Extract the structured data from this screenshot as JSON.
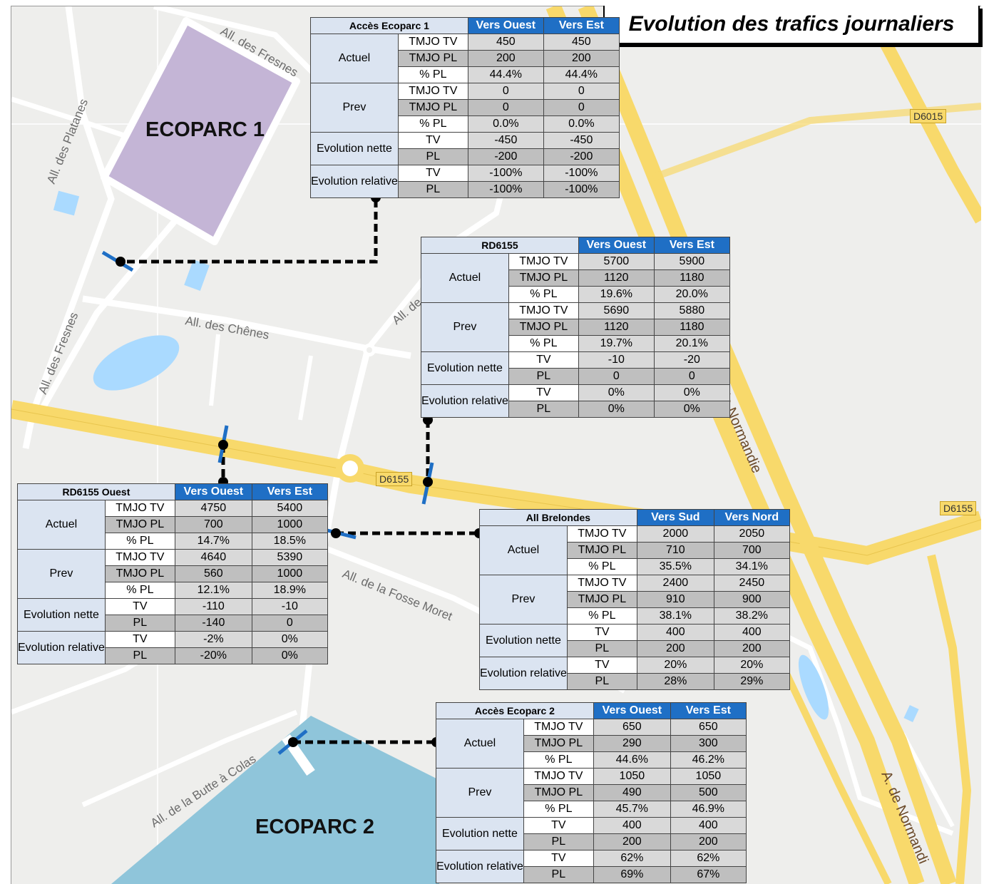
{
  "title": "Evolution des trafics journaliers",
  "map_labels": {
    "all_fresnes_top": "All. des Fresnes",
    "all_platanes": "All. des Platanes",
    "all_chenes": "All. des Chênes",
    "all_fresnes_left": "All. des Fresnes",
    "all_fosse_moret": "All. de la Fosse Moret",
    "all_butte": "All. de la Butte à Colas",
    "a_normandie_1": "A. de Normandie",
    "a_normandie_2": "A. de Normandi",
    "all_de": "All. de",
    "ecoparc1": "ECOPARC 1",
    "ecoparc2": "ECOPARC 2",
    "shield_d6015": "D6015",
    "shield_d6155_center": "D6155",
    "shield_d6155_right": "D6155"
  },
  "colors": {
    "accent_header": "#1f6fc5",
    "ecoparc1": "#c4b5d6",
    "ecoparc2": "#8fc5da",
    "road_major": "#f8d96b"
  },
  "tables": {
    "ecoparc1": {
      "name": "Accès Ecoparc 1",
      "col1": "Vers Ouest",
      "col2": "Vers Est",
      "rows": [
        {
          "g": "Actuel",
          "m": "TMJO TV",
          "a": "450",
          "b": "450"
        },
        {
          "m": "TMJO PL",
          "a": "200",
          "b": "200"
        },
        {
          "m": "% PL",
          "a": "44.4%",
          "b": "44.4%"
        },
        {
          "g": "Prev",
          "m": "TMJO TV",
          "a": "0",
          "b": "0"
        },
        {
          "m": "TMJO PL",
          "a": "0",
          "b": "0"
        },
        {
          "m": "% PL",
          "a": "0.0%",
          "b": "0.0%"
        },
        {
          "g": "Evolution nette",
          "m": "TV",
          "a": "-450",
          "b": "-450"
        },
        {
          "m": "PL",
          "a": "-200",
          "b": "-200"
        },
        {
          "g": "Evolution relative",
          "m": "TV",
          "a": "-100%",
          "b": "-100%"
        },
        {
          "m": "PL",
          "a": "-100%",
          "b": "-100%"
        }
      ]
    },
    "rd6155": {
      "name": "RD6155",
      "col1": "Vers Ouest",
      "col2": "Vers Est",
      "rows": [
        {
          "g": "Actuel",
          "m": "TMJO TV",
          "a": "5700",
          "b": "5900"
        },
        {
          "m": "TMJO PL",
          "a": "1120",
          "b": "1180"
        },
        {
          "m": "% PL",
          "a": "19.6%",
          "b": "20.0%"
        },
        {
          "g": "Prev",
          "m": "TMJO TV",
          "a": "5690",
          "b": "5880"
        },
        {
          "m": "TMJO PL",
          "a": "1120",
          "b": "1180"
        },
        {
          "m": "% PL",
          "a": "19.7%",
          "b": "20.1%"
        },
        {
          "g": "Evolution nette",
          "m": "TV",
          "a": "-10",
          "b": "-20"
        },
        {
          "m": "PL",
          "a": "0",
          "b": "0"
        },
        {
          "g": "Evolution relative",
          "m": "TV",
          "a": "0%",
          "b": "0%"
        },
        {
          "m": "PL",
          "a": "0%",
          "b": "0%"
        }
      ]
    },
    "rd6155ouest": {
      "name": "RD6155 Ouest",
      "col1": "Vers Ouest",
      "col2": "Vers Est",
      "rows": [
        {
          "g": "Actuel",
          "m": "TMJO TV",
          "a": "4750",
          "b": "5400"
        },
        {
          "m": "TMJO PL",
          "a": "700",
          "b": "1000"
        },
        {
          "m": "% PL",
          "a": "14.7%",
          "b": "18.5%"
        },
        {
          "g": "Prev",
          "m": "TMJO TV",
          "a": "4640",
          "b": "5390"
        },
        {
          "m": "TMJO PL",
          "a": "560",
          "b": "1000"
        },
        {
          "m": "% PL",
          "a": "12.1%",
          "b": "18.9%"
        },
        {
          "g": "Evolution nette",
          "m": "TV",
          "a": "-110",
          "b": "-10"
        },
        {
          "m": "PL",
          "a": "-140",
          "b": "0"
        },
        {
          "g": "Evolution relative",
          "m": "TV",
          "a": "-2%",
          "b": "0%"
        },
        {
          "m": "PL",
          "a": "-20%",
          "b": "0%"
        }
      ]
    },
    "brelondes": {
      "name": "All Brelondes",
      "col1": "Vers Sud",
      "col2": "Vers Nord",
      "rows": [
        {
          "g": "Actuel",
          "m": "TMJO TV",
          "a": "2000",
          "b": "2050"
        },
        {
          "m": "TMJO PL",
          "a": "710",
          "b": "700"
        },
        {
          "m": "% PL",
          "a": "35.5%",
          "b": "34.1%"
        },
        {
          "g": "Prev",
          "m": "TMJO TV",
          "a": "2400",
          "b": "2450"
        },
        {
          "m": "TMJO PL",
          "a": "910",
          "b": "900"
        },
        {
          "m": "% PL",
          "a": "38.1%",
          "b": "38.2%"
        },
        {
          "g": "Evolution nette",
          "m": "TV",
          "a": "400",
          "b": "400"
        },
        {
          "m": "PL",
          "a": "200",
          "b": "200"
        },
        {
          "g": "Evolution relative",
          "m": "TV",
          "a": "20%",
          "b": "20%"
        },
        {
          "m": "PL",
          "a": "28%",
          "b": "29%"
        }
      ]
    },
    "ecoparc2": {
      "name": "Accès Ecoparc 2",
      "col1": "Vers Ouest",
      "col2": "Vers Est",
      "rows": [
        {
          "g": "Actuel",
          "m": "TMJO TV",
          "a": "650",
          "b": "650"
        },
        {
          "m": "TMJO PL",
          "a": "290",
          "b": "300"
        },
        {
          "m": "% PL",
          "a": "44.6%",
          "b": "46.2%"
        },
        {
          "g": "Prev",
          "m": "TMJO TV",
          "a": "1050",
          "b": "1050"
        },
        {
          "m": "TMJO PL",
          "a": "490",
          "b": "500"
        },
        {
          "m": "% PL",
          "a": "45.7%",
          "b": "46.9%"
        },
        {
          "g": "Evolution nette",
          "m": "TV",
          "a": "400",
          "b": "400"
        },
        {
          "m": "PL",
          "a": "200",
          "b": "200"
        },
        {
          "g": "Evolution relative",
          "m": "TV",
          "a": "62%",
          "b": "62%"
        },
        {
          "m": "PL",
          "a": "69%",
          "b": "67%"
        }
      ]
    }
  }
}
